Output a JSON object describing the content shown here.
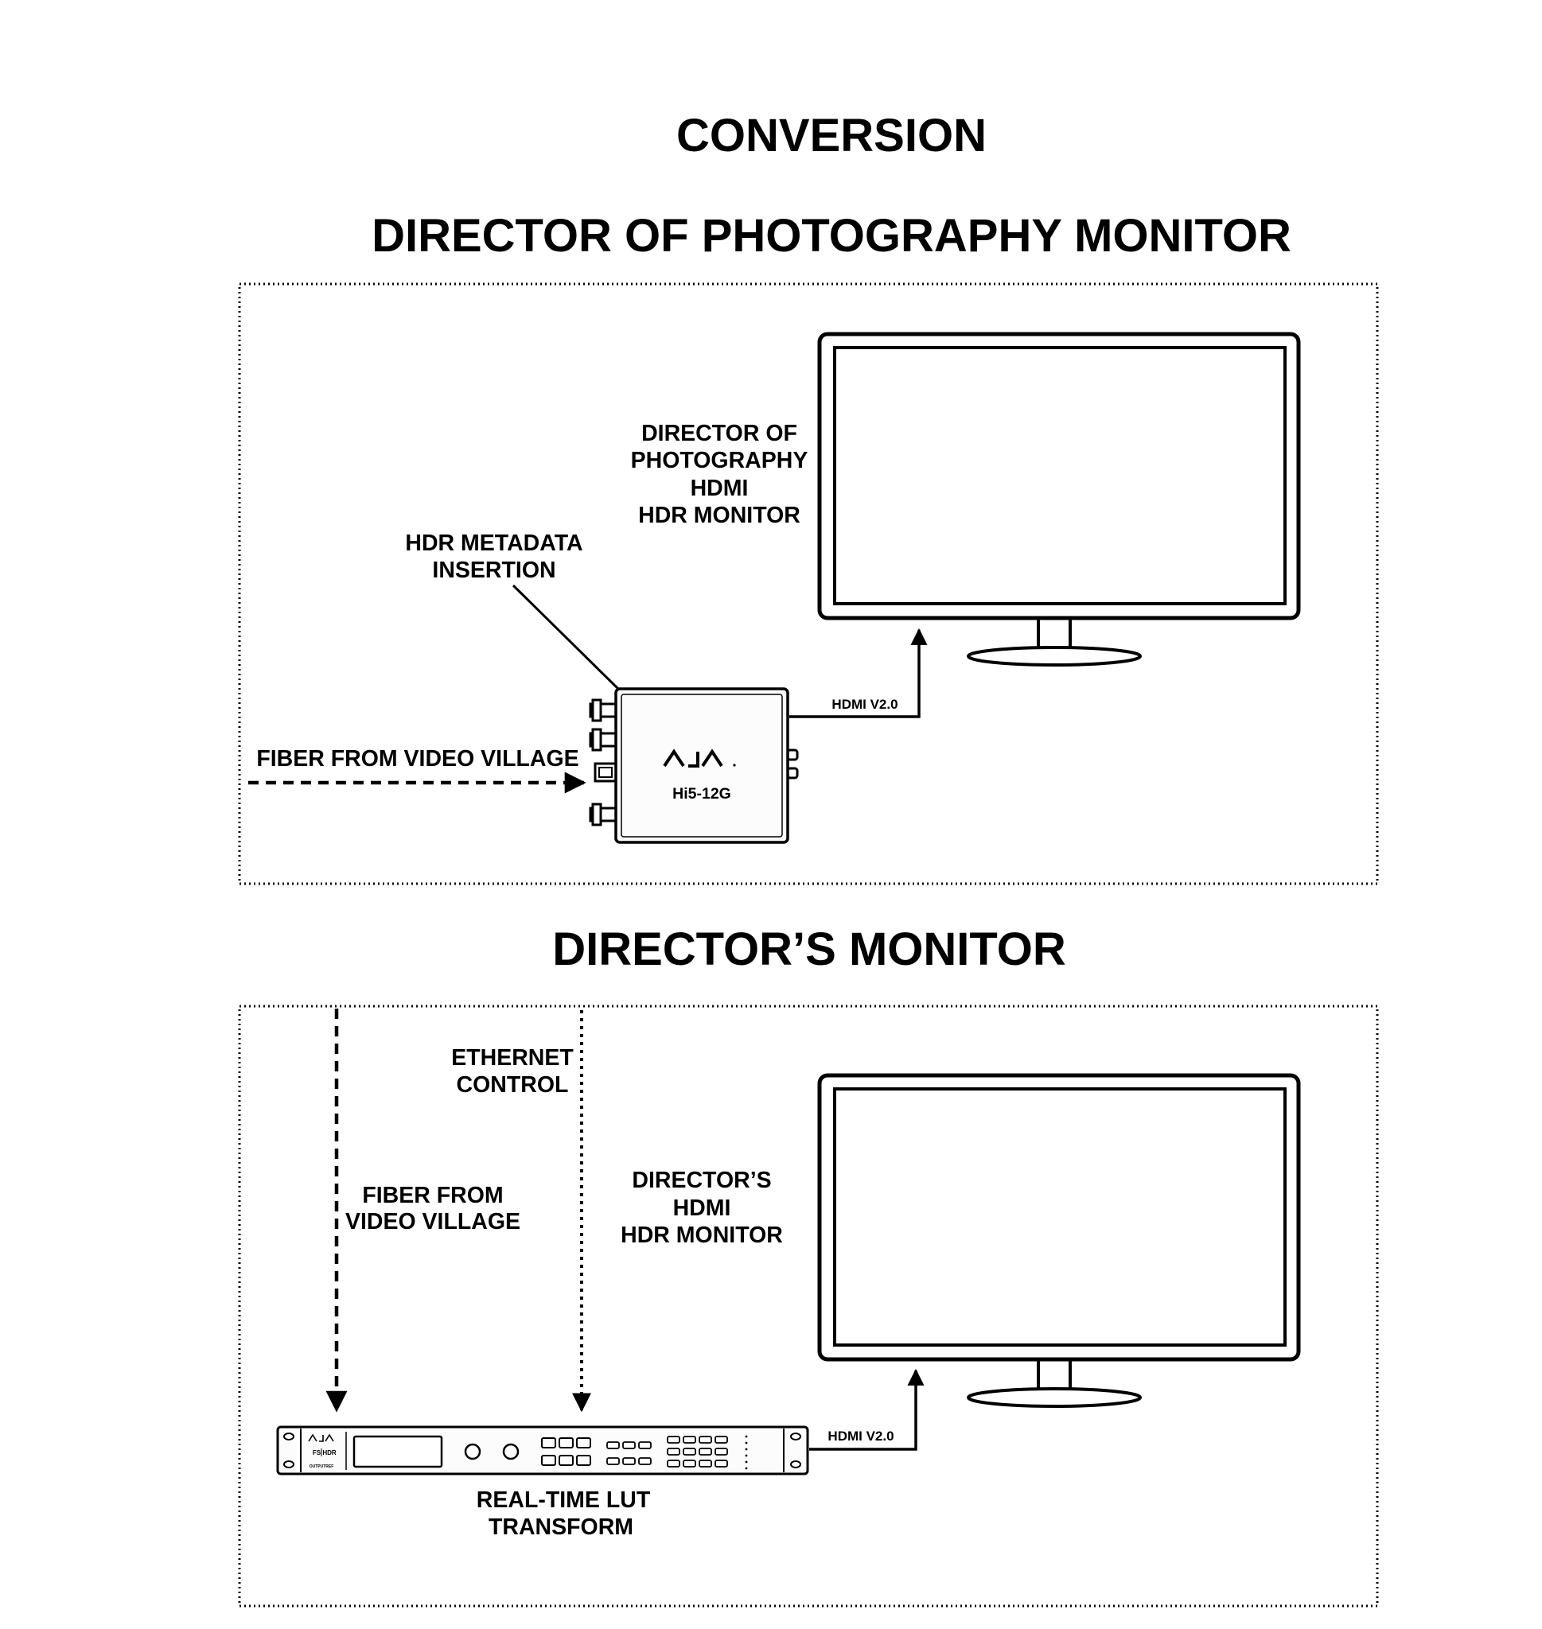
{
  "title": "CONVERSION",
  "sections": {
    "dp": {
      "title": "DIRECTOR OF PHOTOGRAPHY MONITOR",
      "monitor_label": [
        "DIRECTOR OF",
        "PHOTOGRAPHY",
        "HDMI",
        "HDR MONITOR"
      ],
      "metadata_label": [
        "HDR METADATA",
        "INSERTION"
      ],
      "fiber_label": "FIBER FROM VIDEO VILLAGE",
      "hdmi_label": "HDMI V2.0",
      "device": {
        "brand": "AJA",
        "model": "Hi5-12G"
      }
    },
    "director": {
      "title": "DIRECTOR’S MONITOR",
      "ethernet_label": [
        "ETHERNET",
        "CONTROL"
      ],
      "fiber_label": [
        "FIBER FROM",
        "VIDEO VILLAGE"
      ],
      "monitor_label": [
        "DIRECTOR’S",
        "HDMI",
        "HDR MONITOR"
      ],
      "hdmi_label": "HDMI V2.0",
      "lut_label": [
        "REAL-TIME LUT",
        "TRANSFORM"
      ],
      "device": {
        "brand": "AJA",
        "model_parts": [
          "FS",
          "HDR"
        ],
        "sub": "OUTPUTREF"
      }
    }
  },
  "colors": {
    "line": "#000000",
    "background": "#ffffff",
    "device_fill": "#fcfcfc"
  }
}
